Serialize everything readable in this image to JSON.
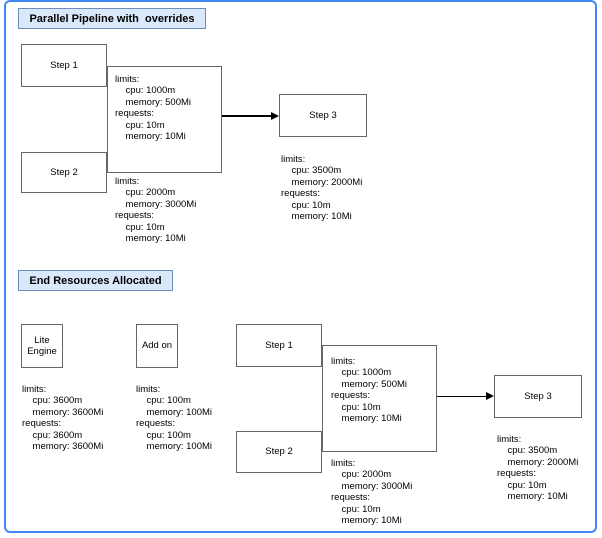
{
  "colors": {
    "canvas_border": "#4285f4",
    "title_fill": "#dae8fc",
    "title_border": "#6c8ebf",
    "shape_border": "#666666",
    "connector": "#000000",
    "text": "#000000"
  },
  "top": {
    "title": "Parallel Pipeline with  overrides",
    "step1": {
      "label": "Step 1",
      "resources": "limits:\n    cpu: 1000m\n    memory: 500Mi\nrequests:\n    cpu: 10m\n    memory: 10Mi"
    },
    "step2": {
      "label": "Step 2",
      "resources": "limits:\n    cpu: 2000m\n    memory: 3000Mi\nrequests:\n    cpu: 10m\n    memory: 10Mi"
    },
    "step3": {
      "label": "Step 3",
      "resources": "limits:\n    cpu: 3500m\n    memory: 2000Mi\nrequests:\n    cpu: 10m\n    memory: 10Mi"
    }
  },
  "bottom": {
    "title": "End Resources Allocated",
    "lite_engine": {
      "label": "Lite Engine",
      "resources": "limits:\n    cpu: 3600m\n    memory: 3600Mi\nrequests:\n    cpu: 3600m\n    memory: 3600Mi"
    },
    "add_on": {
      "label": "Add on",
      "resources": "limits:\n    cpu: 100m\n    memory: 100Mi\nrequests:\n    cpu: 100m\n    memory: 100Mi"
    },
    "step1": {
      "label": "Step 1",
      "resources": "limits:\n    cpu: 1000m\n    memory: 500Mi\nrequests:\n    cpu: 10m\n    memory: 10Mi"
    },
    "step2": {
      "label": "Step 2",
      "resources": "limits:\n    cpu: 2000m\n    memory: 3000Mi\nrequests:\n    cpu: 10m\n    memory: 10Mi"
    },
    "step3": {
      "label": "Step 3",
      "resources": "limits:\n    cpu: 3500m\n    memory: 2000Mi\nrequests:\n    cpu: 10m\n    memory: 10Mi"
    }
  }
}
